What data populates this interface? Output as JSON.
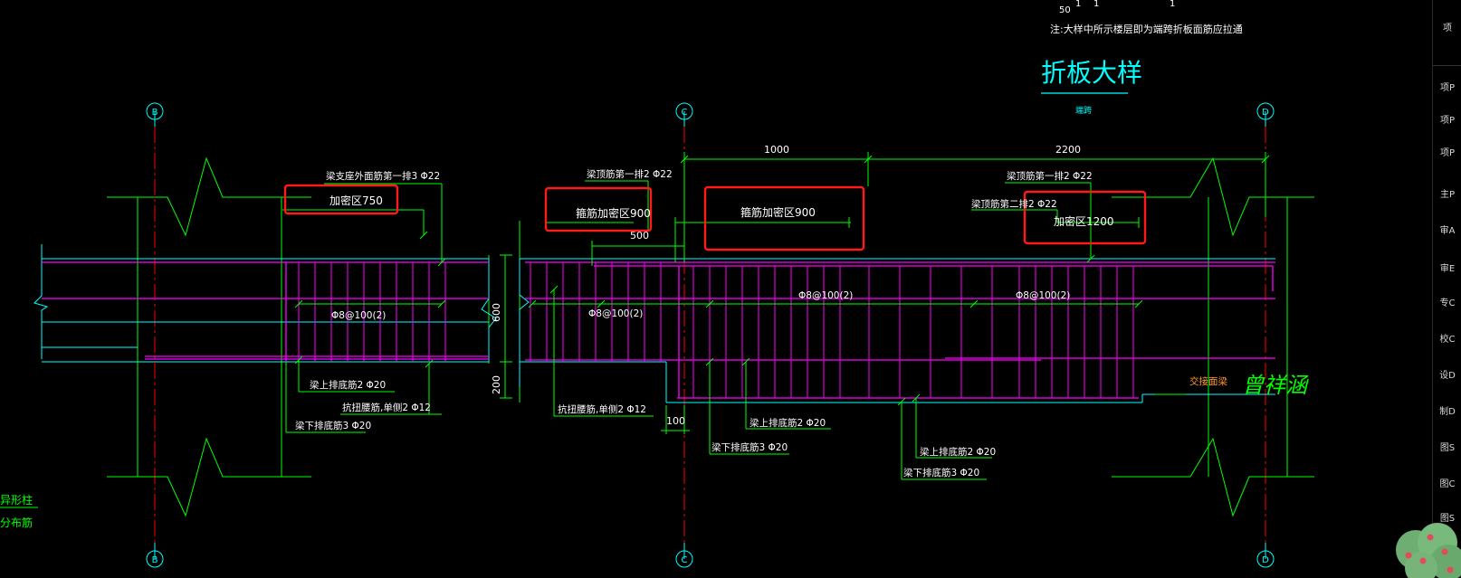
{
  "drawing": {
    "note_top": "注:大样中所示楼层即为端跨折板面筋应拉通",
    "top_numbers": [
      "50",
      "1",
      "1",
      "1"
    ],
    "detail_title": "折板大样",
    "detail_subtitle": "端跨",
    "grid_labels": {
      "b": "B",
      "c": "C",
      "d": "D"
    },
    "dimensions": {
      "d1000": "1000",
      "d2200": "2200",
      "d500": "500",
      "d600": "600",
      "d200": "200",
      "d100": "100"
    },
    "highlighted_zones": [
      {
        "label": "加密区750"
      },
      {
        "label": "箍筋加密区900"
      },
      {
        "label": "箍筋加密区900"
      },
      {
        "label": "加密区1200"
      }
    ],
    "rebar_labels": {
      "left_top": "梁支座外面筋第一排3 Φ22",
      "mid_top": "梁顶筋第一排2 Φ22",
      "right_top1": "梁顶筋第一排2 Φ22",
      "right_top2": "梁顶筋第二排2 Φ22",
      "stirrup_left": "Φ8@100(2)",
      "stirrup_mid": "Φ8@100(2)",
      "stirrup_mid2": "Φ8@100(2)",
      "stirrup_right": "Φ8@100(2)",
      "left_bot1": "梁上排底筋2 Φ20",
      "left_bot2": "抗扭腰筋,单侧2 Φ12",
      "left_bot3": "梁下排底筋3 Φ20",
      "mid_bot1": "抗扭腰筋,单侧2 Φ12",
      "mid_bot2": "梁上排底筋2 Φ20",
      "mid_bot3": "梁下排底筋3 Φ20",
      "right_bot1": "梁上排底筋2 Φ20",
      "right_bot2": "梁下排底筋3 Φ20",
      "interface": "交接面梁",
      "left_edge1": "异形柱",
      "left_edge2": "分布筋"
    },
    "signature": "曾祥涵"
  },
  "side_panel": {
    "tabs": [
      "项",
      "项P",
      "项P",
      "项P",
      "主P",
      "审A",
      "审E",
      "专C",
      "校C",
      "设D",
      "制D",
      "图S",
      "图C",
      "图S"
    ]
  },
  "colors": {
    "background": "#000000",
    "green": "#00ff00",
    "cyan": "#00ffff",
    "magenta": "#ff00ff",
    "red": "#ff0000",
    "highlight": "#ff1a1a",
    "white": "#ffffff",
    "yellow": "#ffff00",
    "orange": "#ff9a2e"
  }
}
